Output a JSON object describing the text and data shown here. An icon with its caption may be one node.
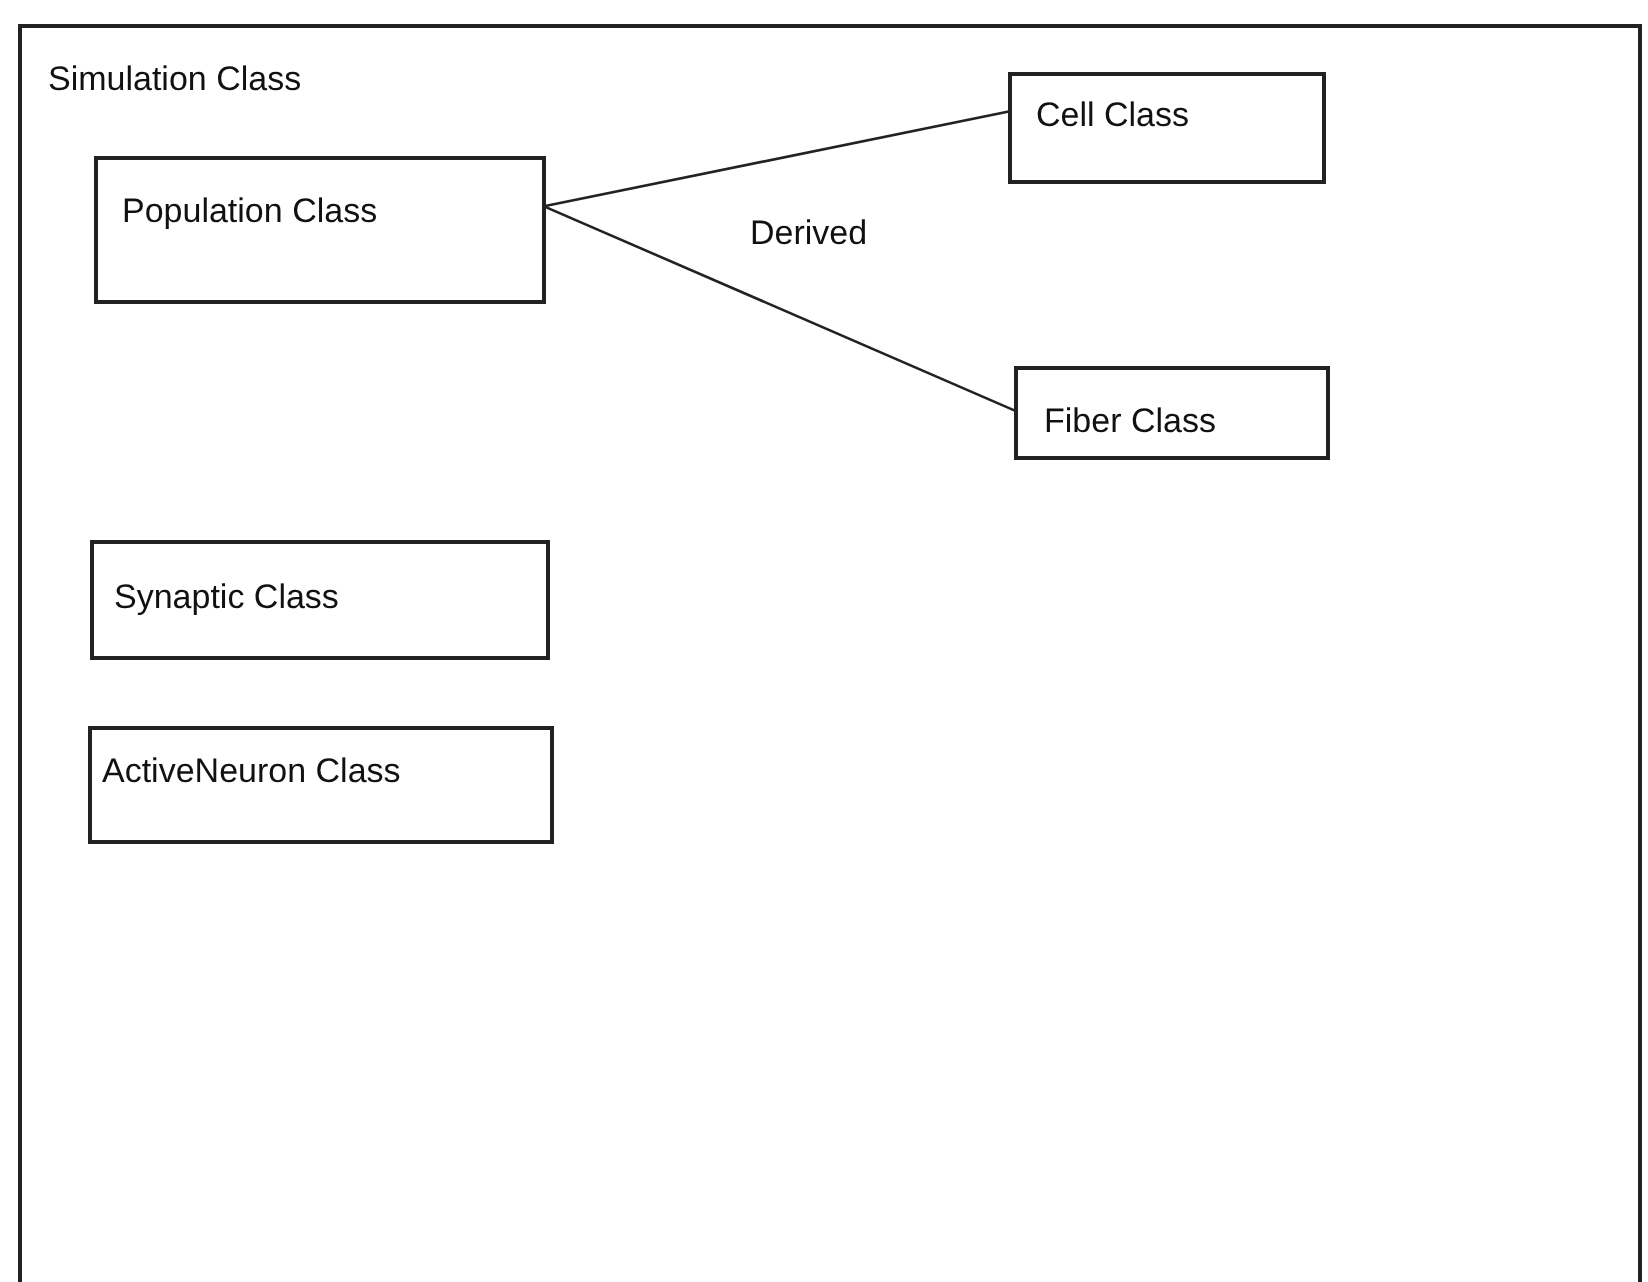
{
  "diagram": {
    "nodes": [
      {
        "text": [
          "Simulation Class"
        ]
      },
      {
        "text": [
          "Population Class"
        ],
        "in": 0
      },
      {
        "text": [
          "Cell Class"
        ],
        "in": 0
      },
      {
        "text": [
          "Fiber Class"
        ],
        "in": 0
      },
      {
        "text": [
          "Synaptic Class"
        ],
        "in": 0
      },
      {
        "text": [
          "ActiveNeuron Class"
        ],
        "in": 0
      }
    ],
    "edges": [
      {
        "from": 1,
        "to": 2,
        "arrow": "none"
      },
      {
        "from": 1,
        "to": 3,
        "arrow": "none"
      }
    ],
    "labels": [
      "Derived"
    ]
  }
}
